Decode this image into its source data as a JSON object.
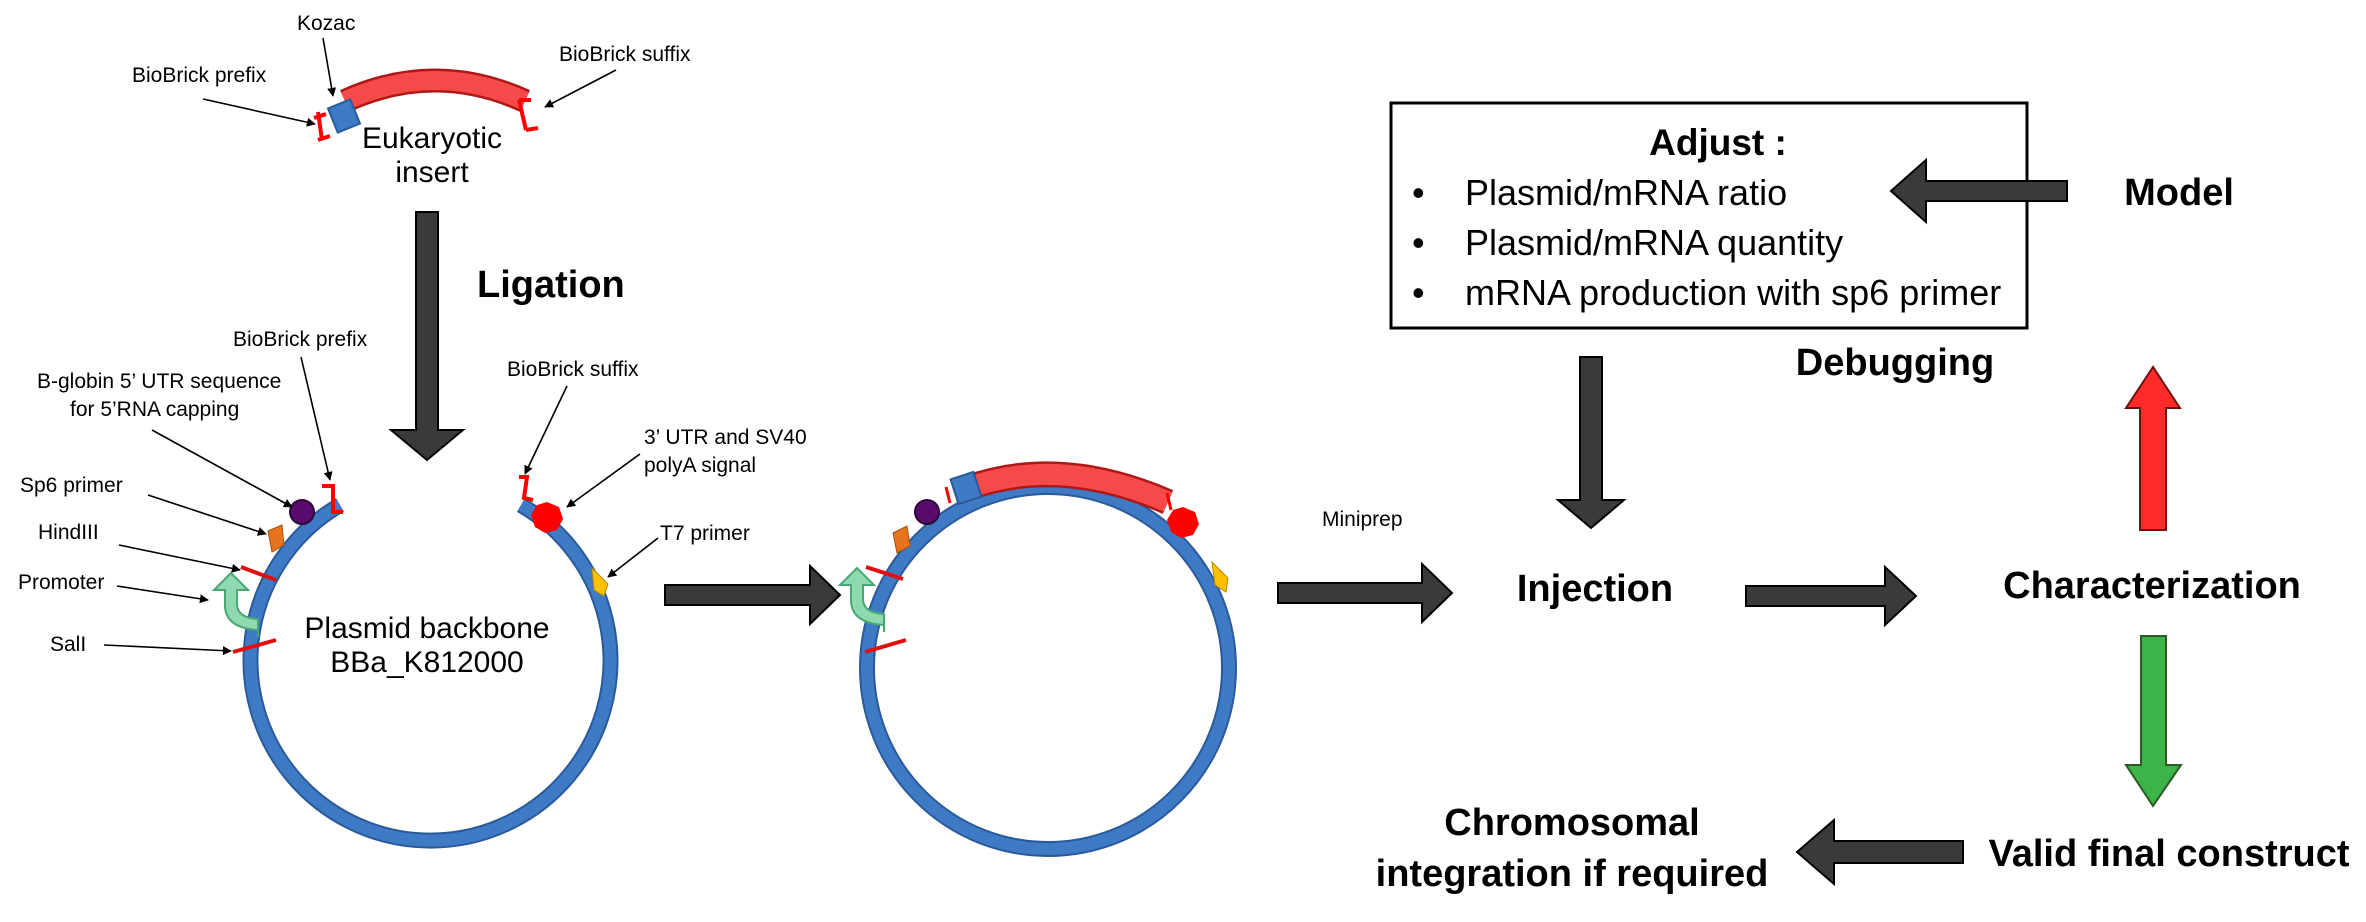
{
  "insert": {
    "kozac": "Kozac",
    "prefix": "BioBrick prefix",
    "suffix": "BioBrick suffix",
    "title_line1": "Eukaryotic",
    "title_line2": "insert"
  },
  "ligation": "Ligation",
  "plasmid": {
    "prefix": "BioBrick prefix",
    "suffix": "BioBrick suffix",
    "bglobin_line1": "B-globin 5’ UTR sequence",
    "bglobin_line2": "for 5’RNA capping",
    "sp6": "Sp6 primer",
    "hindiii": "HindIII",
    "promoter": "Promoter",
    "sali": "SalI",
    "utr_line1": "3’ UTR and SV40",
    "utr_line2": "polyA signal",
    "t7": "T7 primer",
    "backbone_line1": "Plasmid backbone",
    "backbone_line2": "BBa_K812000"
  },
  "miniprep": "Miniprep",
  "injection": "Injection",
  "characterization": "Characterization",
  "adjust": {
    "title": "Adjust :",
    "items": [
      "Plasmid/mRNA ratio",
      "Plasmid/mRNA quantity",
      "mRNA production with sp6 primer"
    ],
    "bullet": "•"
  },
  "model": "Model",
  "debugging": "Debugging",
  "valid": "Valid final construct",
  "chromosomal_line1": "Chromosomal",
  "chromosomal_line2": "integration if required",
  "colors": {
    "plasmid_blue": "#3f7bc4",
    "insert_red": "#f44a4a",
    "red_arrow": "#ff2a2a",
    "green_arrow": "#3cb44a",
    "promoter_green": "#8fd9b0",
    "sp6_orange": "#e8731e",
    "t7_yellow": "#ffc000",
    "bglobin_purple": "#5a0b6e",
    "polya_red": "#ff0000"
  }
}
